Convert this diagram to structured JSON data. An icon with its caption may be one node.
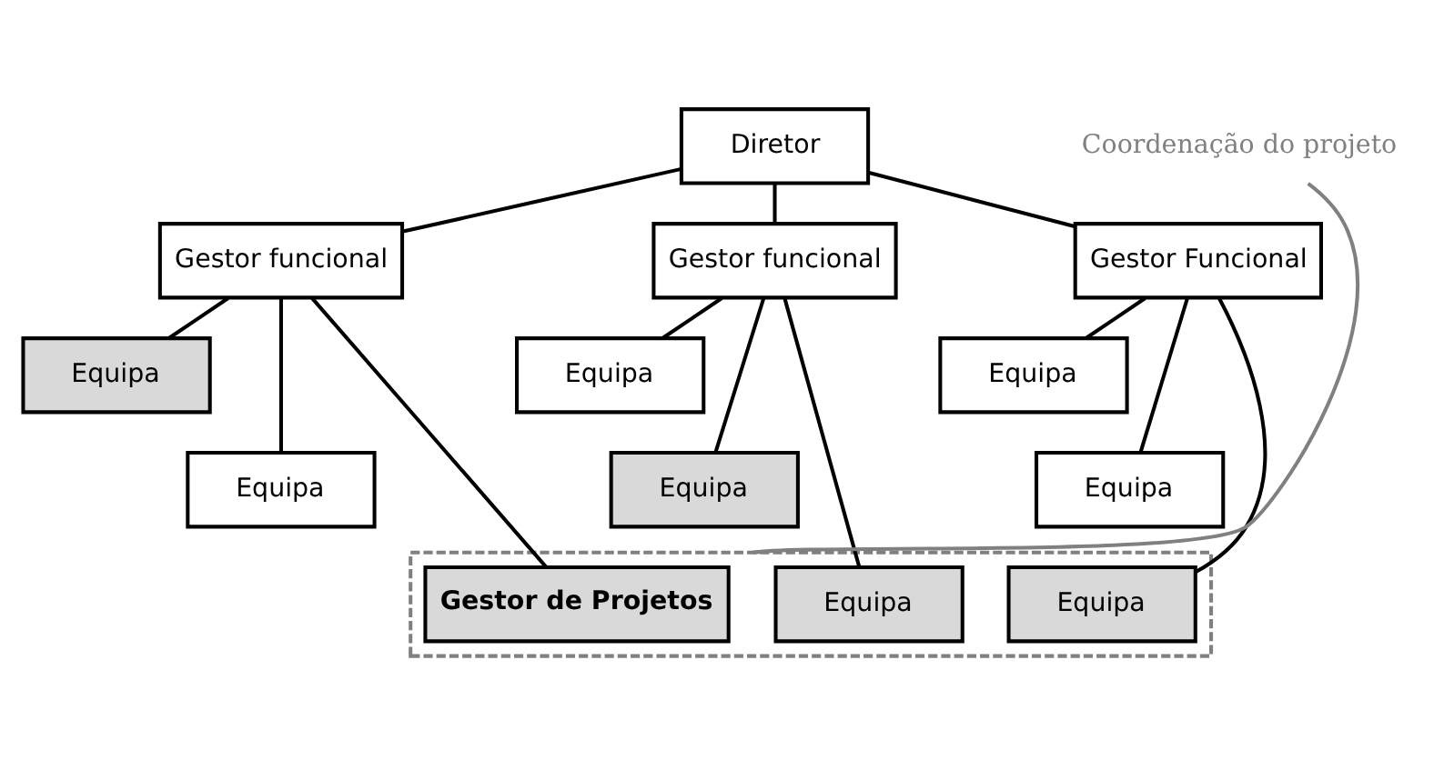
{
  "diagram": {
    "nodes": [
      {
        "text": [
          "Diretor"
        ]
      },
      {
        "text": [
          "Gestor funcional"
        ]
      },
      {
        "text": [
          "Gestor funcional"
        ]
      },
      {
        "text": [
          "Gestor Funcional"
        ]
      },
      {
        "text": [
          "Equipa"
        ]
      },
      {
        "text": [
          "Equipa"
        ]
      },
      {
        "text": [
          "Equipa"
        ]
      },
      {
        "text": [
          "Equipa"
        ]
      },
      {
        "text": [
          "Equipa"
        ]
      },
      {
        "text": [
          "Equipa"
        ]
      },
      {
        "text": [
          "Coordenação do projeto"
        ]
      },
      {
        "text": [],
        "shape": "box"
      },
      {
        "text": [
          "Gestor de Projetos"
        ],
        "in": 11
      },
      {
        "text": [
          "Equipa"
        ],
        "in": 11
      },
      {
        "text": [
          "Equipa"
        ],
        "in": 11
      }
    ],
    "edges": [
      {
        "from": 0,
        "to": 1,
        "arrow": "none"
      },
      {
        "from": 0,
        "to": 2,
        "arrow": "none"
      },
      {
        "from": 0,
        "to": 3,
        "arrow": "none"
      },
      {
        "from": 1,
        "to": 4,
        "arrow": "none"
      },
      {
        "from": 1,
        "to": 7,
        "arrow": "none"
      },
      {
        "from": 1,
        "to": 12,
        "arrow": "none"
      },
      {
        "from": 2,
        "to": 5,
        "arrow": "none"
      },
      {
        "from": 2,
        "to": 8,
        "arrow": "none"
      },
      {
        "from": 2,
        "to": 13,
        "arrow": "none"
      },
      {
        "from": 3,
        "to": 6,
        "arrow": "none"
      },
      {
        "from": 3,
        "to": 9,
        "arrow": "none"
      },
      {
        "from": 3,
        "to": 14,
        "arrow": "none"
      },
      {
        "from": 10,
        "to": 11,
        "arrow": "none",
        "color": "#808080"
      }
    ]
  }
}
